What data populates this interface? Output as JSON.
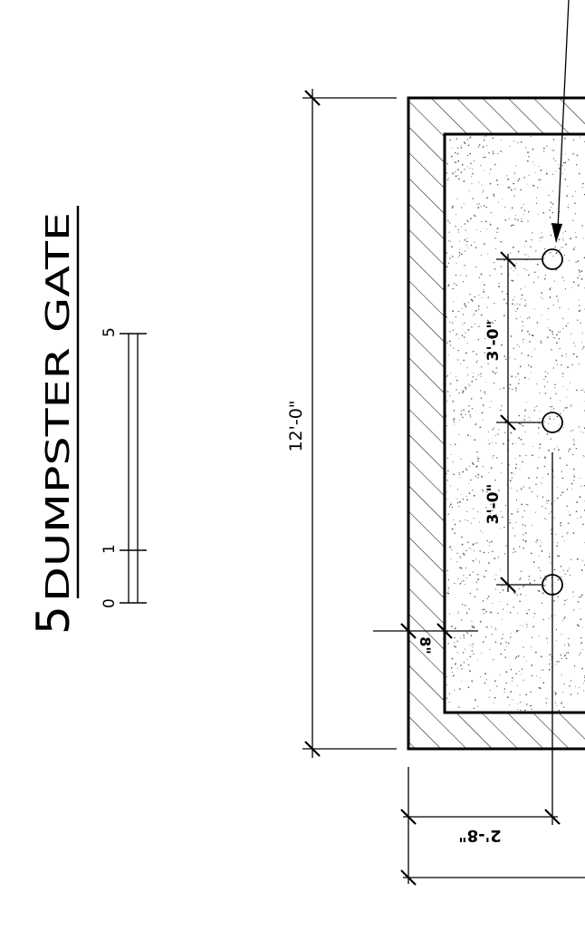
{
  "title": {
    "number": "5",
    "text": "DUMPSTER  GATE"
  },
  "scale_bar": {
    "labels": [
      "0",
      "1",
      "5"
    ]
  },
  "dimensions": {
    "overall_length": "12'-0\"",
    "post_spacing_upper": "3'-0\"",
    "post_spacing_lower": "3'-0\"",
    "wall_thickness": "8\"",
    "offset": "2'-8\""
  },
  "colors": {
    "ink": "#000000",
    "background": "#ffffff",
    "stipple": "#555555"
  }
}
